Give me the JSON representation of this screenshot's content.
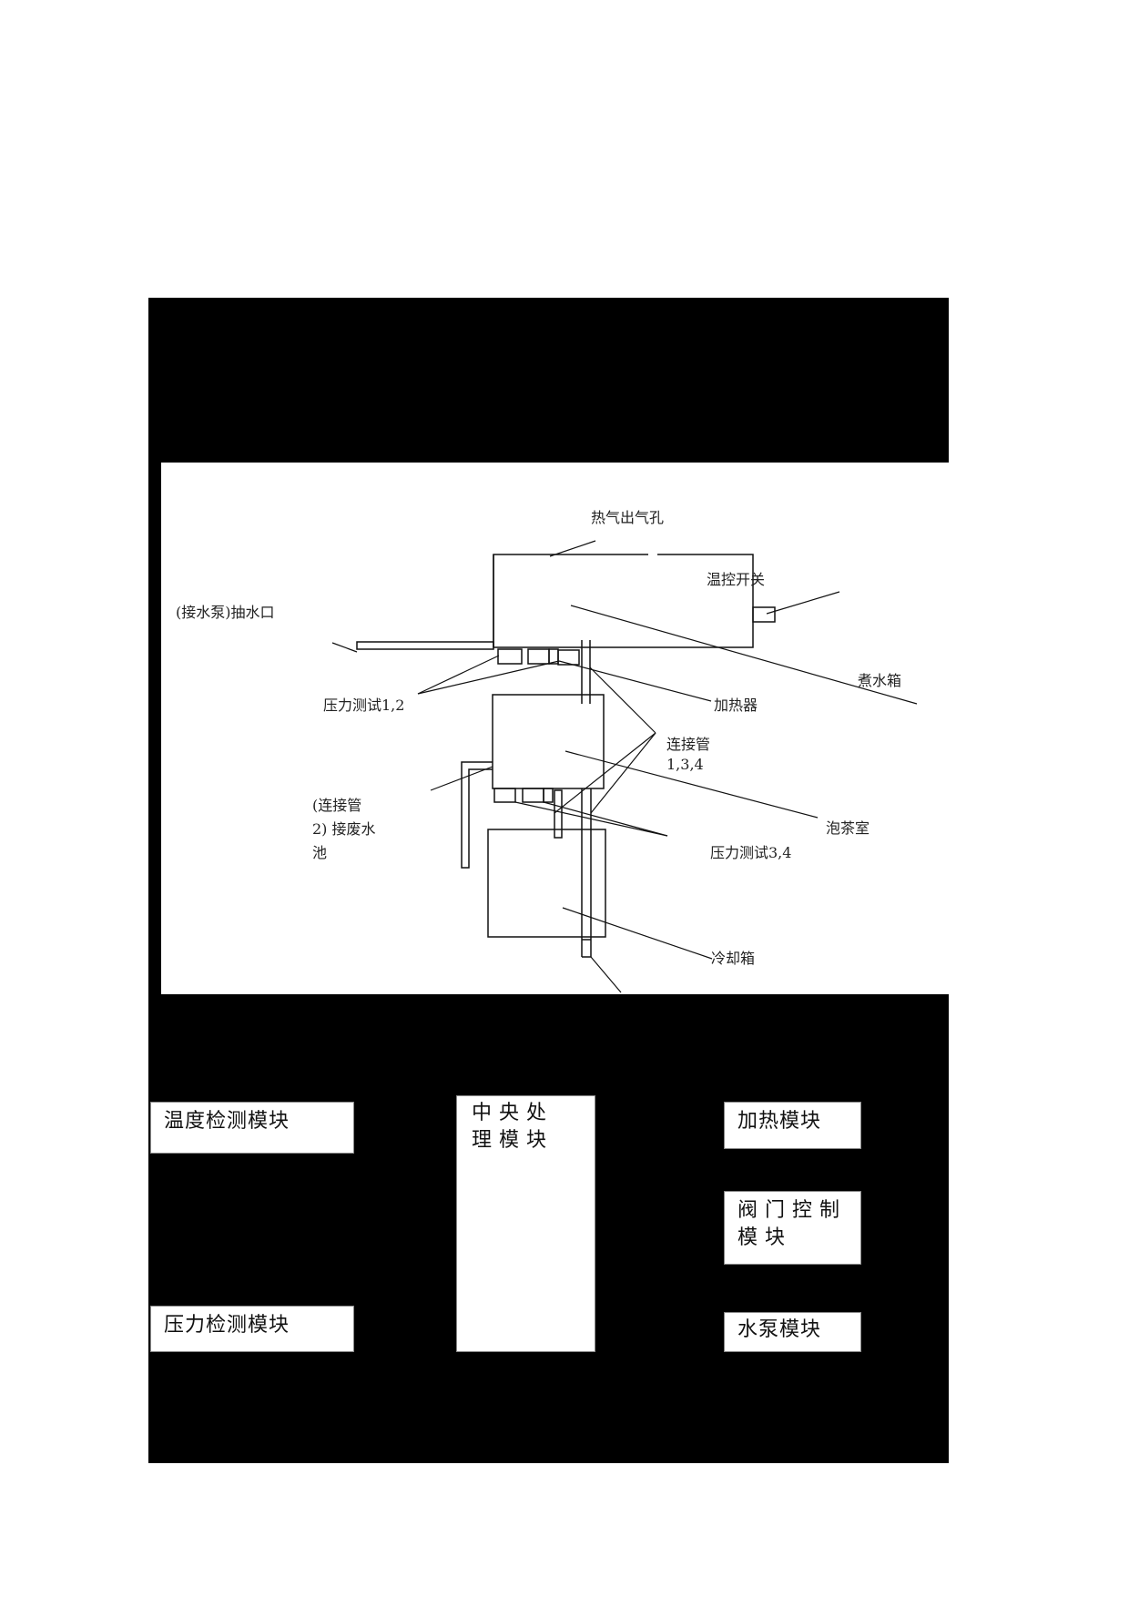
{
  "diagram": {
    "labels": {
      "hot_air_vent": "热气出气孔",
      "thermostat_switch": "温控开关",
      "water_inlet": "(接水泵)抽水口",
      "boiling_tank": "煮水箱",
      "pressure_test_12": "压力测试1,2",
      "heater": "加热器",
      "connecting_pipe_134_line1": "连接管",
      "connecting_pipe_134_line2": "1,3,4",
      "connecting_pipe_2_line1": "(连接管",
      "connecting_pipe_2_line2": "2) 接废水",
      "connecting_pipe_2_line3": "池",
      "brewing_chamber": "泡茶室",
      "pressure_test_34": "压力测试3,4",
      "cooling_tank": "冷却箱"
    }
  },
  "modules": {
    "temperature_detection": "温度检测模块",
    "pressure_detection": "压力检测模块",
    "central_processing": "中央处理模块",
    "heating": "加热模块",
    "valve_control": "阀门控制模块",
    "water_pump": "水泵模块"
  }
}
